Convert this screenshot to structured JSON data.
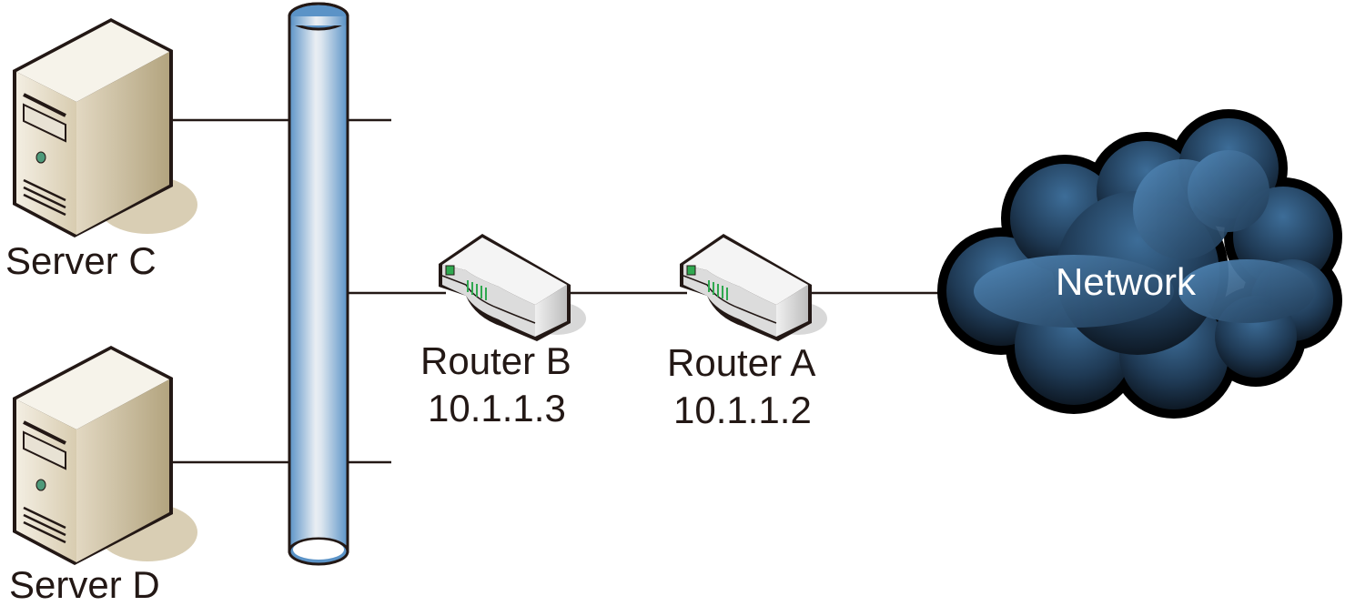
{
  "diagram": {
    "title": "",
    "nodes": {
      "server_c": {
        "label": "Server C",
        "type": "server"
      },
      "server_d": {
        "label": "Server D",
        "type": "server"
      },
      "router_b": {
        "label": "Router B",
        "ip": "10.1.1.3",
        "type": "router"
      },
      "router_a": {
        "label": "Router A",
        "ip": "10.1.1.2",
        "type": "router"
      },
      "network": {
        "label": "Network",
        "type": "cloud"
      },
      "backbone": {
        "type": "bus"
      }
    },
    "links": [
      {
        "from": "server_c",
        "to": "backbone"
      },
      {
        "from": "server_d",
        "to": "backbone"
      },
      {
        "from": "backbone",
        "to": "router_b"
      },
      {
        "from": "router_b",
        "to": "router_a"
      },
      {
        "from": "router_a",
        "to": "network"
      }
    ],
    "colors": {
      "bus_blue": "#5b93c7",
      "cloud_dark": "#0e1a26",
      "cloud_light": "#4f86b5",
      "server_beige": "#d8ccb0",
      "router_grey": "#e6e6e6",
      "led_green": "#2fa84f"
    }
  }
}
